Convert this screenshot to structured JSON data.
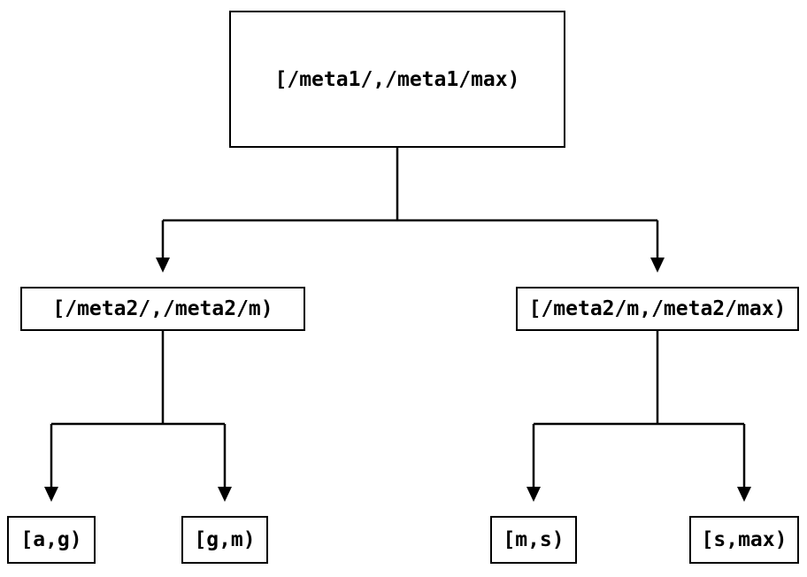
{
  "diagram": {
    "type": "tree",
    "background_color": "#ffffff",
    "line_color": "#000000",
    "text_color": "#000000",
    "nodes": {
      "root": {
        "label": "[/meta1/,/meta1/max)"
      },
      "left_child": {
        "label": "[/meta2/,/meta2/m)"
      },
      "right_child": {
        "label": "[/meta2/m,/meta2/max)"
      },
      "leaf_ag": {
        "label": "[a,g)"
      },
      "leaf_gm": {
        "label": "[g,m)"
      },
      "leaf_ms": {
        "label": "[m,s)"
      },
      "leaf_smax": {
        "label": "[s,max)"
      }
    },
    "edges": [
      {
        "from": "[/meta1/,/meta1/max)",
        "to": "[/meta2/,/meta2/m)"
      },
      {
        "from": "[/meta1/,/meta1/max)",
        "to": "[/meta2/m,/meta2/max)"
      },
      {
        "from": "[/meta2/,/meta2/m)",
        "to": "[a,g)"
      },
      {
        "from": "[/meta2/,/meta2/m)",
        "to": "[g,m)"
      },
      {
        "from": "[/meta2/m,/meta2/max)",
        "to": "[m,s)"
      },
      {
        "from": "[/meta2/m,/meta2/max)",
        "to": "[s,max)"
      }
    ]
  }
}
